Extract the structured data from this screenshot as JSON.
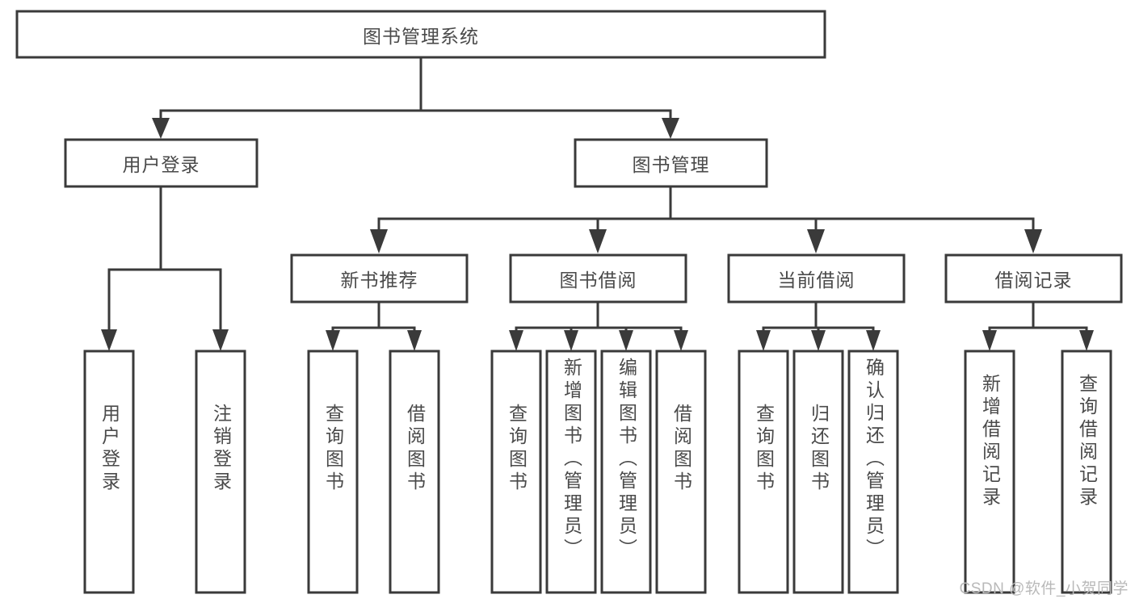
{
  "diagram": {
    "type": "tree",
    "title": "图书管理系统",
    "style": {
      "box_fill": "#ffffff",
      "box_stroke": "#3a3a3a",
      "text_color": "#4a4a4a",
      "background": "#ffffff"
    },
    "root": {
      "label": "图书管理系统"
    },
    "level1": [
      {
        "label": "用户登录"
      },
      {
        "label": "图书管理"
      }
    ],
    "level2": [
      {
        "label": "新书推荐"
      },
      {
        "label": "图书借阅"
      },
      {
        "label": "当前借阅"
      },
      {
        "label": "借阅记录"
      }
    ],
    "leaves": {
      "user_login": [
        {
          "label": "用户登录"
        },
        {
          "label": "注销登录"
        }
      ],
      "new_book_recommend": [
        {
          "label": "查询图书"
        },
        {
          "label": "借阅图书"
        }
      ],
      "book_borrow": [
        {
          "label": "查询图书"
        },
        {
          "label": "新增图书（管理员）"
        },
        {
          "label": "编辑图书（管理员）"
        },
        {
          "label": "借阅图书"
        }
      ],
      "current_borrow": [
        {
          "label": "查询图书"
        },
        {
          "label": "归还图书"
        },
        {
          "label": "确认归还（管理员）"
        }
      ],
      "borrow_record": [
        {
          "label": "新增借阅记录"
        },
        {
          "label": "查询借阅记录"
        }
      ]
    }
  },
  "watermark": {
    "text": "CSDN @软件_小贺同学"
  }
}
